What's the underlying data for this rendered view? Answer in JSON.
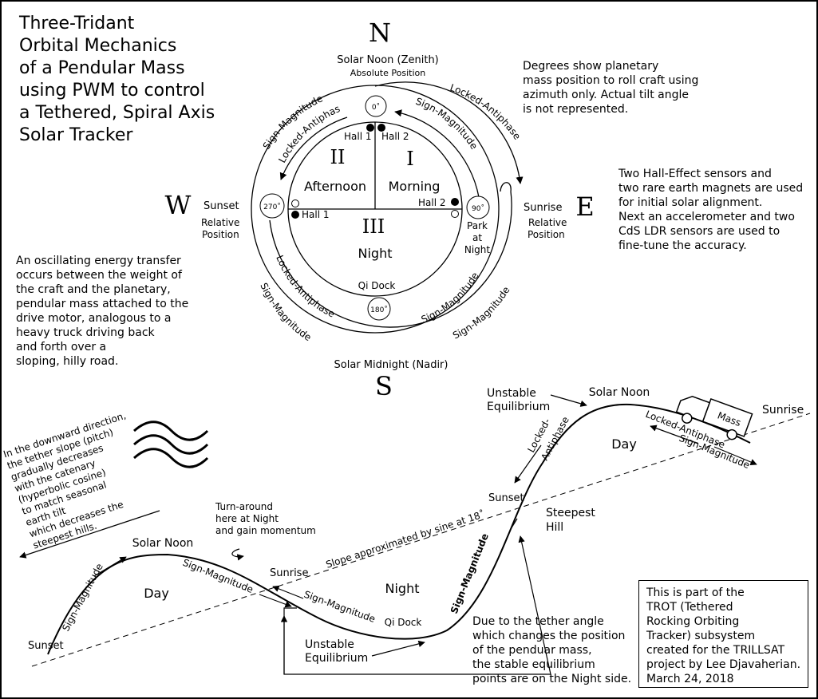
{
  "title_lines": [
    "Three-Tridant",
    "Orbital Mechanics",
    "of a Pendular Mass",
    "using PWM to control",
    "a Tethered, Spiral Axis",
    "Solar Tracker"
  ],
  "compass": {
    "north": "N",
    "south": "S",
    "east": "E",
    "west": "W"
  },
  "dial": {
    "solar_noon": "Solar Noon (Zenith)",
    "absolute_position": "Absolute Position",
    "solar_midnight": "Solar Midnight (Nadir)",
    "sunset": "Sunset",
    "sunrise": "Sunrise",
    "relative": "Relative",
    "position": "Position",
    "deg0": "0˚",
    "deg90": "90˚",
    "deg180": "180˚",
    "deg270": "270˚",
    "quad1": "I",
    "quad2": "II",
    "quad3": "III",
    "morning": "Morning",
    "afternoon": "Afternoon",
    "night": "Night",
    "qi_dock": "Qi Dock",
    "hall1": "Hall 1",
    "hall2": "Hall 2",
    "park1": "Park",
    "park2": "at",
    "park3": "Night",
    "sign_magnitude": "Sign-Magnitude",
    "locked_antiphase": "Locked-Antiphase"
  },
  "notes": {
    "degrees": [
      "Degrees show planetary",
      "mass position to roll craft using",
      "azimuth only.  Actual tilt angle",
      "is not represented."
    ],
    "hall": [
      "Two Hall-Effect sensors and",
      "two rare earth magnets are used",
      "for initial solar alignment.",
      "Next an accelerometer and two",
      "CdS LDR sensors are used to",
      "fine-tune the accuracy."
    ],
    "oscillating": [
      "An oscillating energy transfer",
      "occurs between the weight of",
      "the craft and the planetary,",
      "pendular mass attached to the",
      "drive motor, analogous to a",
      "heavy truck driving back",
      "and forth over a",
      "sloping, hilly road."
    ],
    "tether": [
      "In the downward direction,",
      "the tether slope (pitch)",
      "gradually decreases",
      "with the catenary",
      "(hyperbolic cosine)",
      "to match seasonal",
      "earth tilt",
      "which decreases the",
      "steepest hills."
    ],
    "tether_angle": [
      "Due to the tether angle",
      "which changes the position",
      "of the penduar mass,",
      "the stable equilibrium",
      "points are on the Night side."
    ]
  },
  "road": {
    "sunset": "Sunset",
    "solar_noon": "Solar Noon",
    "day": "Day",
    "sunrise": "Sunrise",
    "night": "Night",
    "qi_dock": "Qi Dock",
    "unstable": "Unstable",
    "equilibrium": "Equilibrium",
    "turnaround": [
      "Turn-around",
      "here at Night",
      "and gain momentum"
    ],
    "slope": "Slope approximated by sine at 18˚",
    "steepest": [
      "Steepest",
      "Hill"
    ],
    "locked": "Locked-",
    "antiphase": "Antiphase",
    "locked_antiphase": "Locked-Antiphase",
    "sign_magnitude": "Sign-Magnitude",
    "mass": "Mass"
  },
  "info_box": [
    "This is part of the",
    "TROT (Tethered",
    "Rocking Orbiting",
    "Tracker) subsystem",
    "created for the TRILLSAT",
    "project by Lee Djavaherian.",
    "March 24, 2018"
  ]
}
